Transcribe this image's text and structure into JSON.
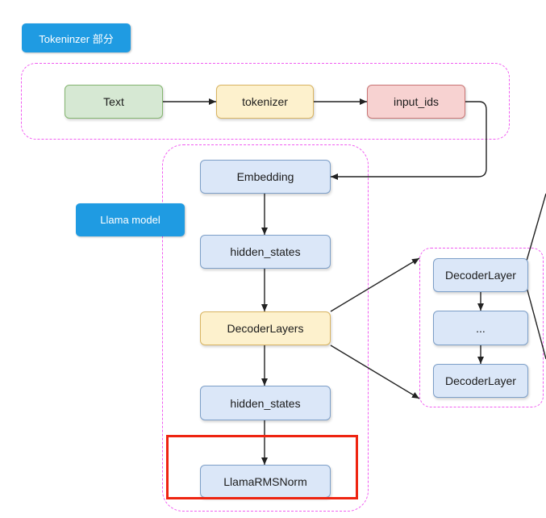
{
  "labels": {
    "tokenizer_section": "Tokeninzer 部分",
    "model_section": "Llama model"
  },
  "nodes": {
    "text": "Text",
    "tokenizer": "tokenizer",
    "input_ids": "input_ids",
    "embedding": "Embedding",
    "hidden_states_1": "hidden_states",
    "decoder_layers": "DecoderLayers",
    "hidden_states_2": "hidden_states",
    "llama_rms_norm": "LlamaRMSNorm",
    "decoder_layer_top": "DecoderLayer",
    "decoder_layer_ellipsis": "...",
    "decoder_layer_bottom": "DecoderLayer"
  },
  "colors": {
    "group_border": "#f15cf1",
    "tag_bg": "#1f9be2",
    "highlight_border": "#ee2411",
    "arrow": "#222222"
  }
}
